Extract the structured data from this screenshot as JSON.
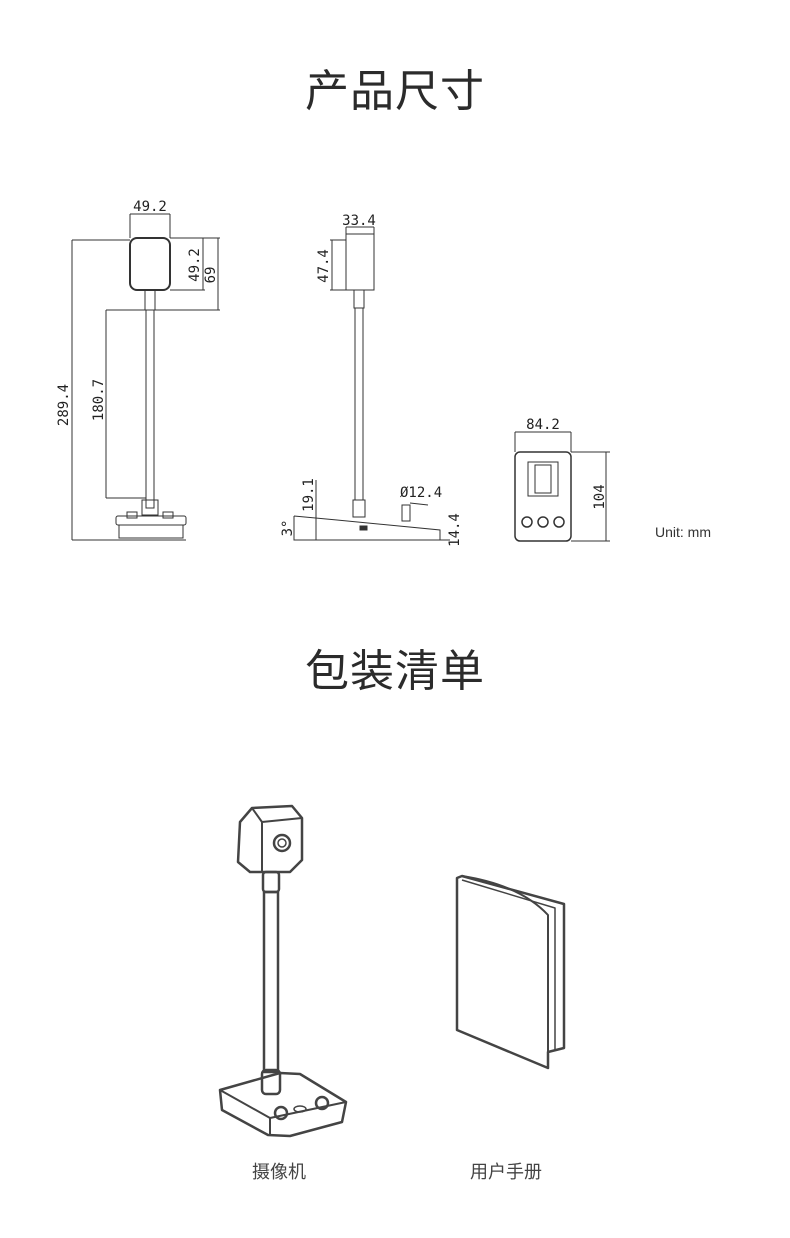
{
  "sections": {
    "dimensions_title": "产品尺寸",
    "package_title": "包装清单"
  },
  "dimensions": {
    "front": {
      "head_width": "49.2",
      "head_height": "49.2",
      "head_to_stem": "69",
      "total_height": "289.4",
      "stem_length": "180.7"
    },
    "side": {
      "head_depth": "33.4",
      "head_height": "47.4",
      "base_height": "19.1",
      "tilt": "3°",
      "knob_diameter": "Ø12.4",
      "base_side": "14.4"
    },
    "dock": {
      "width": "84.2",
      "height": "104"
    },
    "unit": "Unit: mm"
  },
  "package": {
    "items": [
      {
        "label": "摄像机"
      },
      {
        "label": "用户手册"
      }
    ]
  }
}
